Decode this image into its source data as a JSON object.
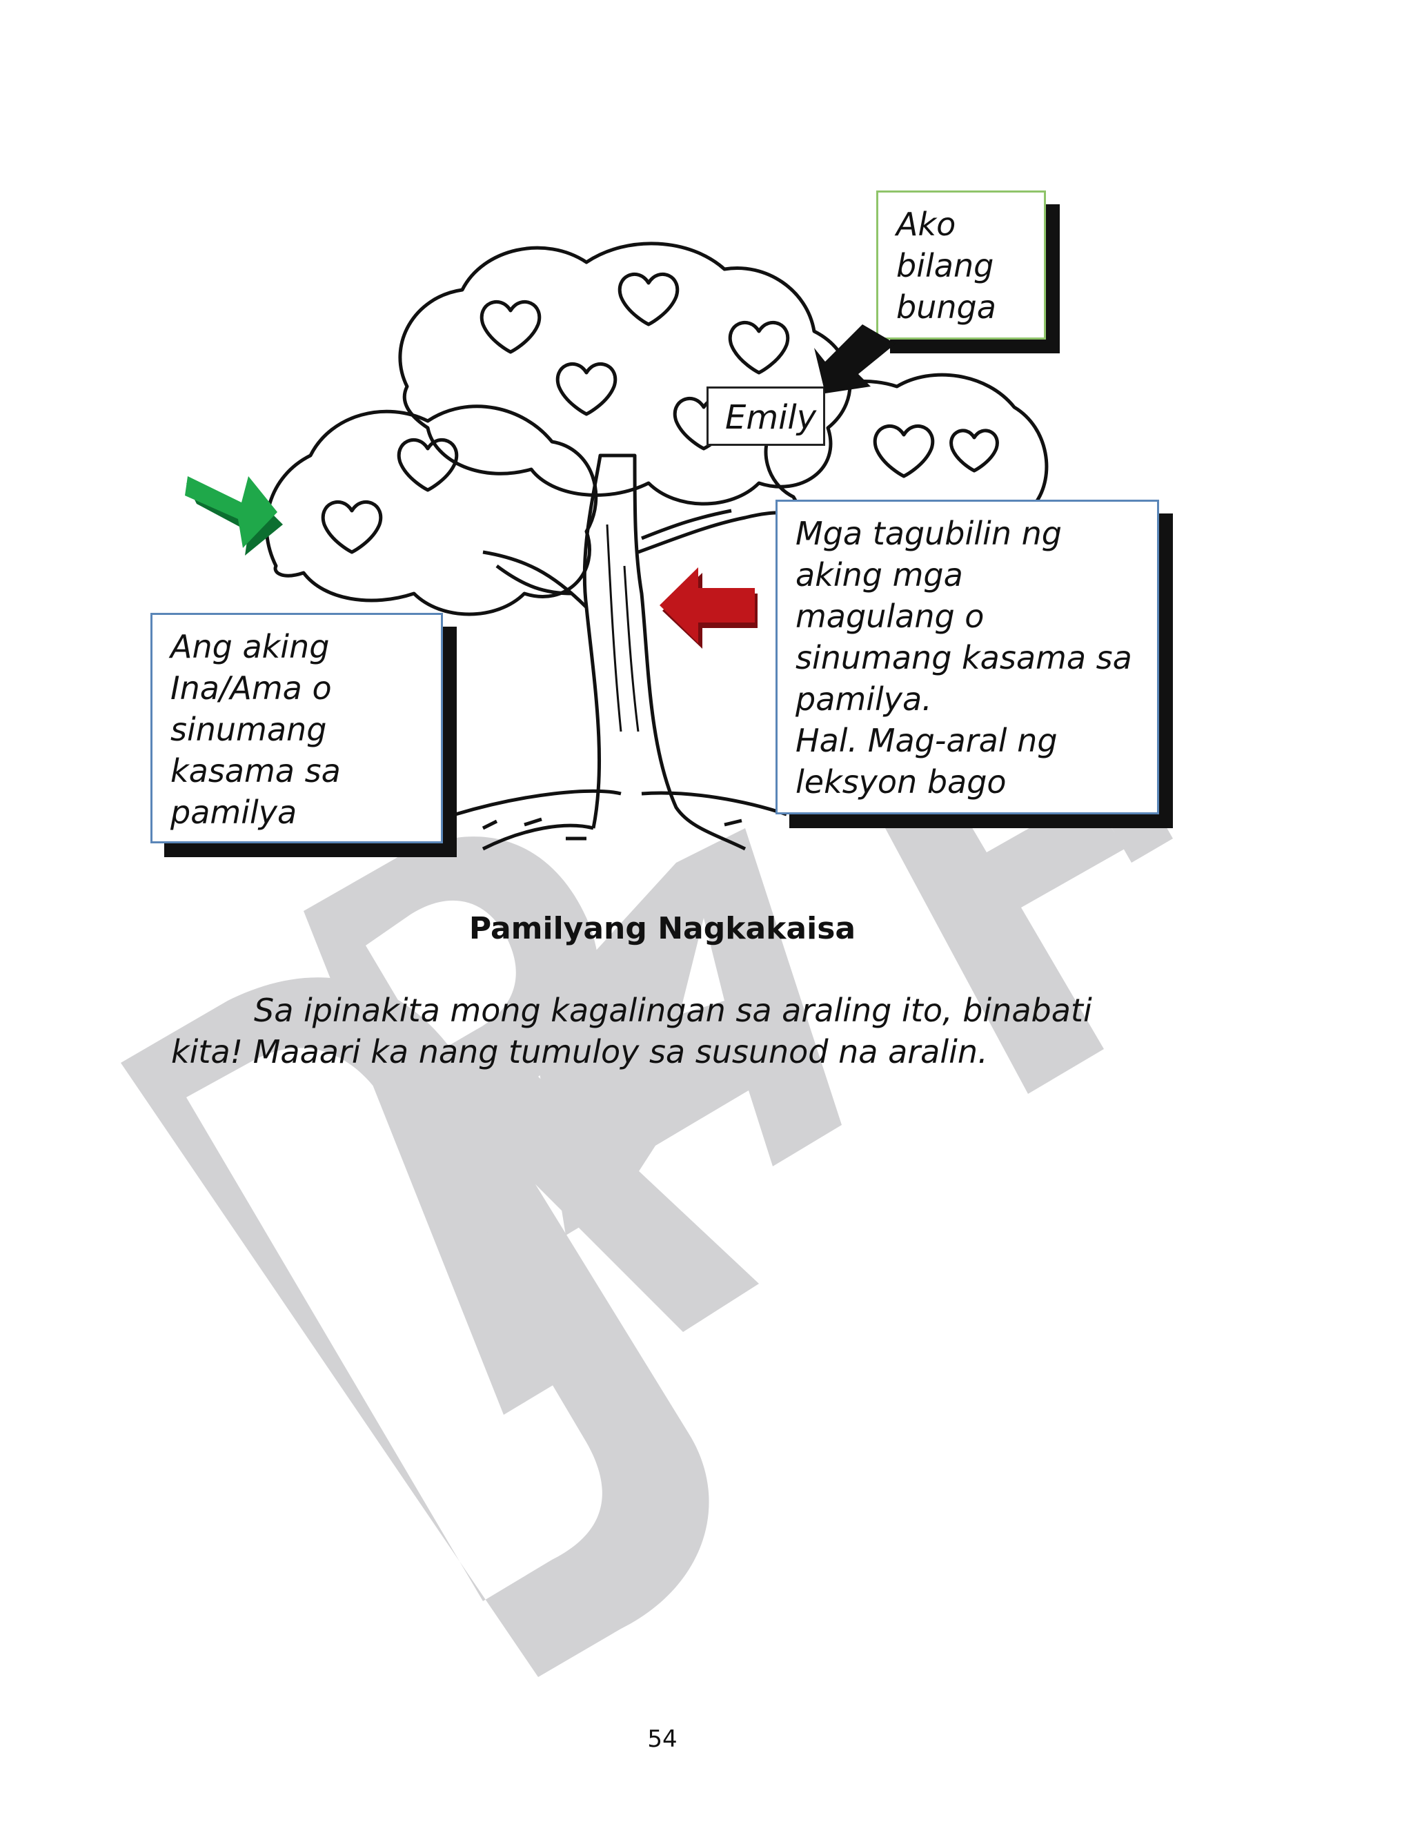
{
  "callouts": {
    "bunga": {
      "lines": [
        "Ako",
        "bilang",
        "bunga"
      ],
      "border_color": "#8fc46a"
    },
    "emily": {
      "label": "Emily"
    },
    "tagubilin": {
      "lines": [
        "Mga tagubilin ng",
        "aking mga",
        "magulang o",
        "sinumang kasama sa",
        "pamilya.",
        "Hal. Mag-aral ng",
        "leksyon bago"
      ],
      "border_color": "#5a86b8"
    },
    "magulang": {
      "lines": [
        "Ang aking",
        "Ina/Ama o",
        "sinumang",
        "kasama sa",
        "pamilya"
      ],
      "border_color": "#5a86b8"
    }
  },
  "arrows": {
    "green": {
      "color": "#1fa84a",
      "points_to": "tree-branches"
    },
    "red": {
      "color": "#c0161b",
      "points_to": "tree-trunk"
    },
    "black": {
      "color": "#111111",
      "points_to": "emily-label"
    }
  },
  "heading": "Pamilyang Nagkakaisa",
  "paragraph": {
    "line1": "Sa ipinakita mong kagalingan sa araling ito, binabati",
    "line2": "kita! Maaari ka nang tumuloy sa susunod na aralin."
  },
  "page_number": "54",
  "watermark": {
    "color": "#d2d2d4",
    "icon": "draft-watermark"
  }
}
